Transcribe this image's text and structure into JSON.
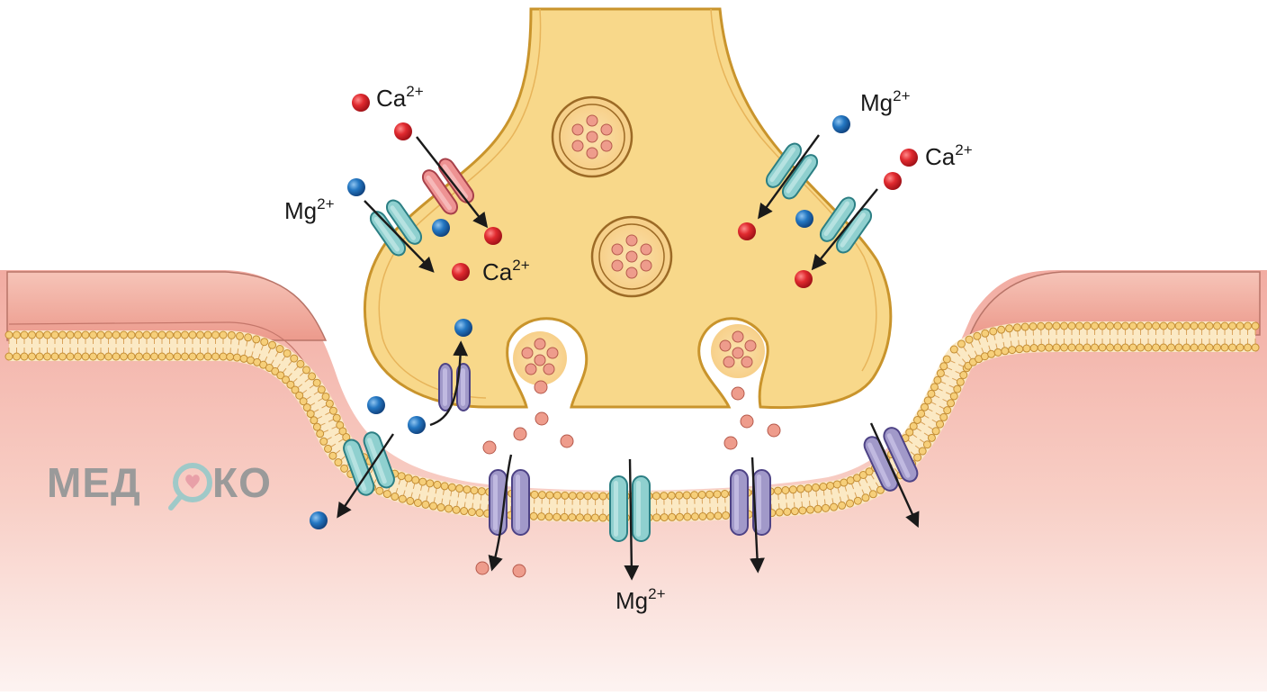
{
  "labels": {
    "ca_top_left": {
      "base": "Ca",
      "sup": "2+"
    },
    "mg_left": {
      "base": "Mg",
      "sup": "2+"
    },
    "ca_mid_left": {
      "base": "Ca",
      "sup": "2+"
    },
    "mg_top_right": {
      "base": "Mg",
      "sup": "2+"
    },
    "ca_right": {
      "base": "Ca",
      "sup": "2+"
    },
    "mg_bottom": {
      "base": "Mg",
      "sup": "2+"
    }
  },
  "watermark": {
    "left": "МЕД",
    "right": "КО"
  },
  "colors": {
    "terminal_fill": "#f8d88a",
    "terminal_stroke": "#d9a73c",
    "calcium_ion": "#d8202a",
    "magnesium_ion": "#1f6fb8",
    "neurotransmitter": "#ee9c8c",
    "channel_teal": "#8fd0cf",
    "channel_purple": "#a199c9",
    "channel_pink": "#ee9393",
    "membrane_head": "#f6cf7a",
    "cell_pink": "#f4b7ad"
  }
}
